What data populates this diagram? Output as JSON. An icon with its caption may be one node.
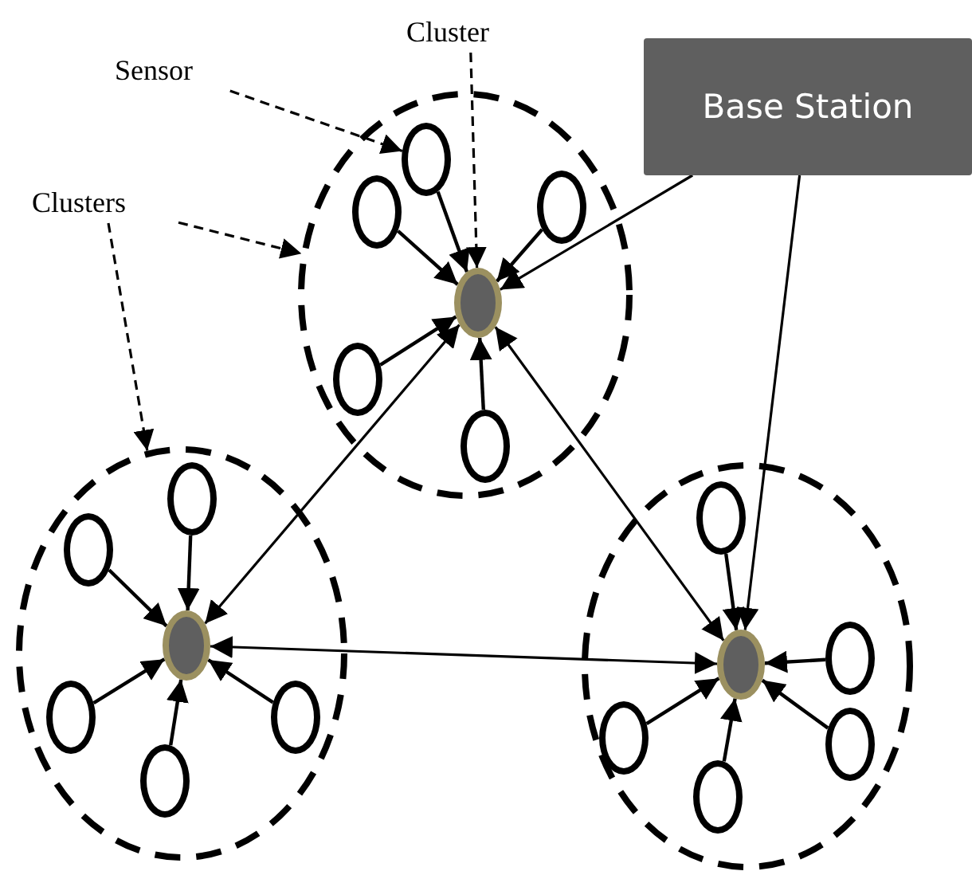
{
  "diagram": {
    "nodes": [
      {
        "text": [
          "Base Station"
        ]
      },
      {
        "text": [
          "Sensor"
        ]
      },
      {
        "text": [
          "Cluster"
        ]
      },
      {
        "text": [
          "Clusters"
        ]
      },
      {
        "text": [],
        "shape": "circle"
      },
      {
        "text": [],
        "shape": "circle",
        "in": 4
      },
      {
        "text": [],
        "shape": "circle",
        "in": 4
      },
      {
        "text": [],
        "shape": "circle",
        "in": 4
      },
      {
        "text": [],
        "shape": "circle",
        "in": 4
      },
      {
        "text": [],
        "shape": "circle",
        "in": 4
      },
      {
        "text": [],
        "shape": "circle",
        "in": 4
      },
      {
        "text": [],
        "shape": "circle"
      },
      {
        "text": [],
        "shape": "circle",
        "in": 11
      },
      {
        "text": [],
        "shape": "circle",
        "in": 11
      },
      {
        "text": [],
        "shape": "circle",
        "in": 11
      },
      {
        "text": [],
        "shape": "circle",
        "in": 11
      },
      {
        "text": [],
        "shape": "circle",
        "in": 11
      },
      {
        "text": [],
        "shape": "circle",
        "in": 11
      },
      {
        "text": [],
        "shape": "circle"
      },
      {
        "text": [],
        "shape": "circle",
        "in": 18
      },
      {
        "text": [],
        "shape": "circle",
        "in": 18
      },
      {
        "text": [],
        "shape": "circle",
        "in": 18
      },
      {
        "text": [],
        "shape": "circle",
        "in": 18
      },
      {
        "text": [],
        "shape": "circle",
        "in": 18
      },
      {
        "text": [],
        "shape": "circle",
        "in": 18
      }
    ],
    "edges": [
      {
        "from": 6,
        "to": 5,
        "arrow": "to"
      },
      {
        "from": 7,
        "to": 5,
        "arrow": "to"
      },
      {
        "from": 8,
        "to": 5,
        "arrow": "to"
      },
      {
        "from": 9,
        "to": 5,
        "arrow": "to"
      },
      {
        "from": 10,
        "to": 5,
        "arrow": "to"
      },
      {
        "from": 13,
        "to": 12,
        "arrow": "to"
      },
      {
        "from": 14,
        "to": 12,
        "arrow": "to"
      },
      {
        "from": 15,
        "to": 12,
        "arrow": "to"
      },
      {
        "from": 16,
        "to": 12,
        "arrow": "to"
      },
      {
        "from": 17,
        "to": 12,
        "arrow": "to"
      },
      {
        "from": 20,
        "to": 19,
        "arrow": "to"
      },
      {
        "from": 21,
        "to": 19,
        "arrow": "to"
      },
      {
        "from": 22,
        "to": 19,
        "arrow": "to"
      },
      {
        "from": 23,
        "to": 19,
        "arrow": "to"
      },
      {
        "from": 24,
        "to": 19,
        "arrow": "to"
      },
      {
        "from": 0,
        "to": 5,
        "arrow": "to"
      },
      {
        "from": 0,
        "to": 19,
        "arrow": "to"
      },
      {
        "from": 5,
        "to": 12,
        "arrow": "both"
      },
      {
        "from": 5,
        "to": 19,
        "arrow": "both"
      },
      {
        "from": 12,
        "to": 19,
        "arrow": "both"
      },
      {
        "from": 1,
        "to": 6,
        "arrow": "to",
        "style": "dashed"
      },
      {
        "from": 2,
        "to": 5,
        "arrow": "to",
        "style": "dashed"
      },
      {
        "from": 3,
        "to": 4,
        "arrow": "to",
        "style": "dashed"
      },
      {
        "from": 3,
        "to": 11,
        "arrow": "to",
        "style": "dashed"
      }
    ]
  }
}
